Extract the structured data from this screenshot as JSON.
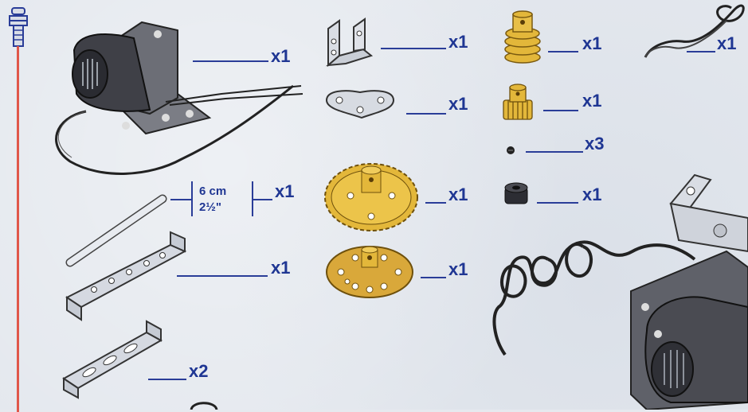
{
  "parts": [
    {
      "id": "motor",
      "icon": "motor-icon",
      "quantity": "x1"
    },
    {
      "id": "angle-bracket",
      "icon": "angle-bracket-icon",
      "quantity": "x1"
    },
    {
      "id": "worm-gear",
      "icon": "worm-gear-icon",
      "quantity": "x1"
    },
    {
      "id": "cord",
      "icon": "cord-icon",
      "quantity": "x1"
    },
    {
      "id": "triangle-plate",
      "icon": "triangle-plate-icon",
      "quantity": "x1"
    },
    {
      "id": "pinion",
      "icon": "pinion-icon",
      "quantity": "x1"
    },
    {
      "id": "grub-screw",
      "icon": "grub-screw-icon",
      "quantity": "x3"
    },
    {
      "id": "rod",
      "icon": "rod-icon",
      "quantity": "x1",
      "length_metric": "6 cm",
      "length_imperial": "2½\""
    },
    {
      "id": "gear-wheel",
      "icon": "gear-wheel-icon",
      "quantity": "x1"
    },
    {
      "id": "collar",
      "icon": "collar-icon",
      "quantity": "x1"
    },
    {
      "id": "flat-strip",
      "icon": "flat-strip-icon",
      "quantity": "x1"
    },
    {
      "id": "bush-wheel",
      "icon": "bush-wheel-icon",
      "quantity": "x1"
    },
    {
      "id": "slotted-strip",
      "icon": "slotted-strip-icon",
      "quantity": "x2"
    }
  ],
  "colors": {
    "ink": "#1f3693",
    "margin": "#e0574a",
    "brass": "#e3b73a"
  }
}
